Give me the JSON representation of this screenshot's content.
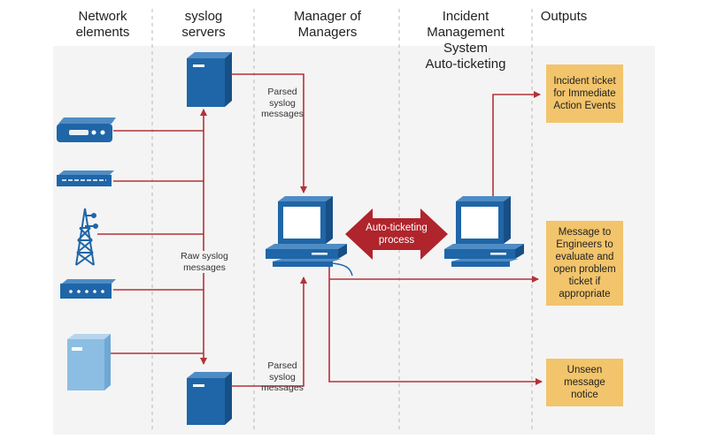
{
  "columns": {
    "network_elements": "Network\nelements",
    "syslog_servers": "syslog\nservers",
    "manager_of_managers": "Manager of\nManagers",
    "incident_system": "Incident\nManagement\nSystem\nAuto-ticketing",
    "outputs": "Outputs"
  },
  "labels": {
    "parsed_top": "Parsed\nsyslog\nmessages",
    "parsed_bottom": "Parsed\nsyslog\nmessages",
    "raw": "Raw syslog\nmessages",
    "auto_ticketing": "Auto-ticketing\nprocess"
  },
  "outputs": {
    "incident_ticket": "Incident ticket\nfor Immediate\nAction Events",
    "message_engineers": "Message to\nEngineers to\nevaluate and\nopen problem\nticket if\nappropriate",
    "unseen_notice": "Unseen\nmessage\nnotice"
  },
  "colors": {
    "line": "#b3323a",
    "device_blue": "#1f66a8",
    "box_fill": "#f2c46b",
    "arrow_red": "#b0242c",
    "background_band": "#f4f4f4"
  }
}
